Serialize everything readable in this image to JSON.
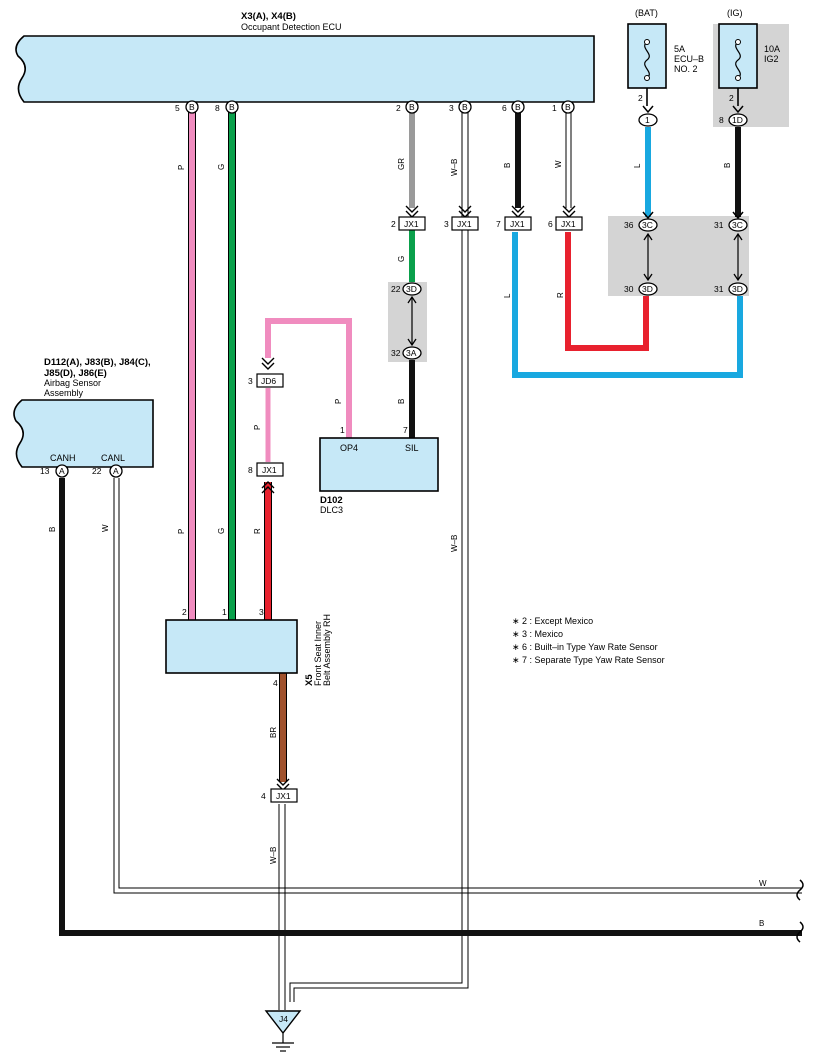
{
  "ecu": {
    "title": "X3(A), X4(B)",
    "name": "Occupant Detection ECU",
    "pins": [
      {
        "num": "5",
        "conn": "B"
      },
      {
        "num": "8",
        "conn": "B"
      },
      {
        "num": "2",
        "conn": "B"
      },
      {
        "num": "3",
        "conn": "B"
      },
      {
        "num": "6",
        "conn": "B"
      },
      {
        "num": "1",
        "conn": "B"
      }
    ]
  },
  "fuses": {
    "bat": {
      "supply": "(BAT)",
      "rating": "5A",
      "name1": "ECU–B",
      "name2": "NO. 2",
      "pin": "2",
      "jc": "1"
    },
    "ig": {
      "supply": "(IG)",
      "rating": "10A",
      "name1": "IG2",
      "pin": "2",
      "jc_pin": "8",
      "jc": "1D"
    }
  },
  "wires": {
    "p": "P",
    "g": "G",
    "gr": "GR",
    "wb": "W–B",
    "b": "B",
    "w": "W",
    "l": "L",
    "r": "R",
    "br": "BR"
  },
  "jx1": {
    "name": "JX1",
    "pins": [
      "2",
      "3",
      "7",
      "6",
      "8",
      "4"
    ]
  },
  "jd6": {
    "name": "JD6",
    "pin": "3"
  },
  "junctions": {
    "j3c_a": {
      "pin": "36",
      "name": "3C"
    },
    "j3c_b": {
      "pin": "31",
      "name": "3C"
    },
    "j3d_a": {
      "pin": "30",
      "name": "3D"
    },
    "j3d_b": {
      "pin": "31",
      "name": "3D"
    },
    "j3d_c": {
      "pin": "22",
      "name": "3D"
    },
    "j3a": {
      "pin": "32",
      "name": "3A"
    }
  },
  "airbag": {
    "title1": "D112(A), J83(B), J84(C),",
    "title2": "J85(D), J86(E)",
    "name1": "Airbag Sensor",
    "name2": "Assembly",
    "canh": "CANH",
    "canl": "CANL",
    "canh_pin": "13",
    "canl_pin": "22",
    "conn": "A"
  },
  "dlc3": {
    "code": "D102",
    "name": "DLC3",
    "op4": "OP4",
    "sil": "SIL",
    "op4_pin": "1",
    "sil_pin": "7"
  },
  "x5": {
    "code": "X5",
    "name1": "Front Seat Inner",
    "name2": "Belt Assembly RH",
    "pins": [
      "2",
      "1",
      "3",
      "4"
    ]
  },
  "ground": {
    "name": "J4"
  },
  "notes": [
    "∗ 2 : Except Mexico",
    "∗ 3 : Mexico",
    "∗ 6 : Built–in Type Yaw Rate Sensor",
    "∗ 7 : Separate Type Yaw Rate Sensor"
  ],
  "colors": {
    "box": "#c6e8f7",
    "gray": "#d4d4d4",
    "pink": "#f08cbf",
    "green": "#0aa04b",
    "gray_wire": "#9a9a9a",
    "black": "#111111",
    "blue": "#18a8e0",
    "red": "#e8212e",
    "brown": "#a0522d"
  }
}
